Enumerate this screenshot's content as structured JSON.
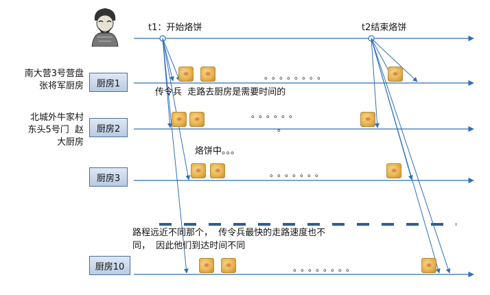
{
  "t1_label": "t1：开始烙饼",
  "t2_label": "t2结束烙饼",
  "kitchens": [
    {
      "name": "厨房1",
      "address": [
        "南大营3号营盘",
        "张将军厨房"
      ]
    },
    {
      "name": "厨房2",
      "address": [
        "北城外牛家村",
        "东头5号门  赵",
        "大厨房"
      ]
    },
    {
      "name": "厨房3",
      "address": []
    },
    {
      "name": "厨房10",
      "address": []
    }
  ],
  "annotations": {
    "messenger": "传令兵  走路去厨房是需要时间的",
    "baking": "烙饼中。。。",
    "distance_line1": "路程远近不同那个，  传令兵最快的走路速度也不",
    "distance_line2": "同，  因此他们到达时间不同"
  },
  "ellipsis": {
    "row1": "。。。。。。。。",
    "row2": "。。。。。。",
    "row2b": "。",
    "row3": "。。。。。。。",
    "row4": "。。。。。。。。"
  },
  "icons": {
    "general": "general-portrait-icon",
    "pancake": "pancake-icon"
  },
  "colors": {
    "line": "#2f6fb8",
    "box_border": "#4a6f9a",
    "dash": "#2f5d8f"
  }
}
